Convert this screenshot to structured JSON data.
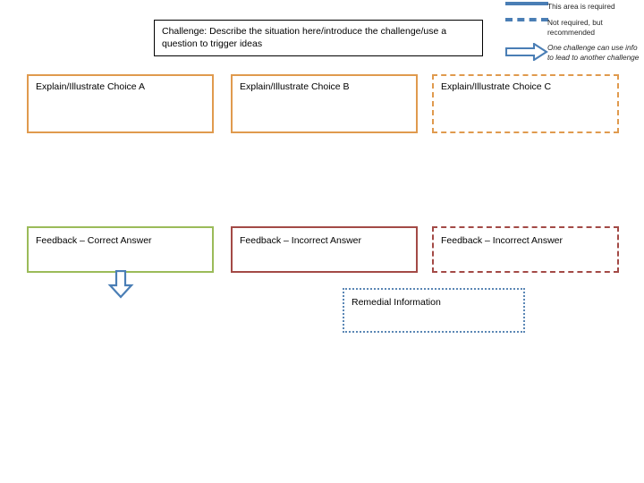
{
  "diagram": {
    "title_box": {
      "name": "challenge",
      "text": "Challenge: Describe the situation here/introduce the challenge/use a question to trigger ideas",
      "border_color": "#000000",
      "border_style": "solid"
    },
    "choices": [
      {
        "id": "choice-a",
        "label": "Explain/Illustrate Choice A",
        "border_color": "#E09A4E",
        "border_style": "solid"
      },
      {
        "id": "choice-b",
        "label": "Explain/Illustrate Choice B",
        "border_color": "#E09A4E",
        "border_style": "solid"
      },
      {
        "id": "choice-c",
        "label": "Explain/Illustrate Choice C",
        "border_color": "#E09A4E",
        "border_style": "dashed"
      }
    ],
    "feedback": [
      {
        "id": "feedback-correct",
        "label": "Feedback – Correct Answer",
        "border_color": "#9BBB59",
        "border_style": "solid"
      },
      {
        "id": "feedback-incorrect-b",
        "label": "Feedback – Incorrect Answer",
        "border_color": "#A34A46",
        "border_style": "solid"
      },
      {
        "id": "feedback-incorrect-c",
        "label": "Feedback – Incorrect Answer",
        "border_color": "#A34A46",
        "border_style": "dashed"
      }
    ],
    "remedial": {
      "label": "Remedial Information",
      "border_color": "#5B87B5",
      "border_style": "dotted"
    },
    "connectors": [
      {
        "id": "arrow-down-correct",
        "icon": "arrow-down-icon",
        "color": "#4A7EB5"
      }
    ]
  },
  "legend": {
    "items": [
      {
        "glyph": "solid-line",
        "icon": "solid-line-icon",
        "text": "This area is required",
        "color": "#4A7EB5",
        "italic": false
      },
      {
        "glyph": "dashed-line",
        "icon": "dashed-line-icon",
        "text": "Not required, but recommended",
        "color": "#4A7EB5",
        "italic": false
      },
      {
        "glyph": "arrow-right",
        "icon": "arrow-right-icon",
        "text": "One challenge can use info to lead to another challenge",
        "color": "#4A7EB5",
        "italic": true
      }
    ]
  },
  "colors": {
    "accent_blue": "#4A7EB5",
    "choice_orange": "#E09A4E",
    "correct_green": "#9BBB59",
    "incorrect_red": "#A34A46",
    "remedial_blue": "#5B87B5",
    "text": "#000000",
    "background": "#FFFFFF"
  }
}
